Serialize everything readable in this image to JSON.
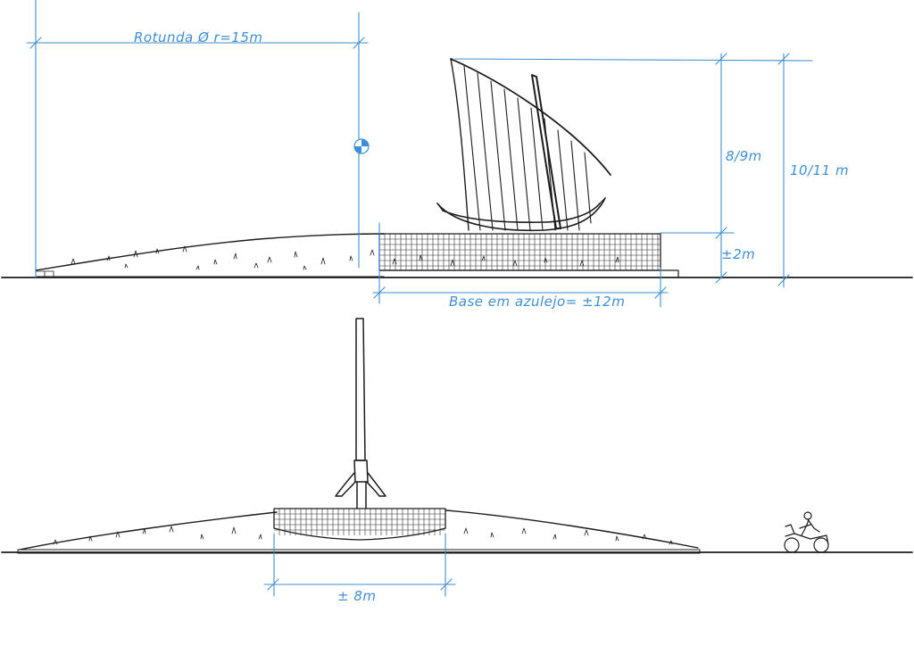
{
  "colors": {
    "ink": "#1c1c1c",
    "dimension": "#3f8fd6",
    "background": "#ffffff"
  },
  "elevation": {
    "rotunda_label": "Rotunda Ø r=15m",
    "sail_height_label": "8/9m",
    "total_height_label": "10/11 m",
    "base_height_label": "±2m",
    "base_width_label": "Base em azulejo= ±12m"
  },
  "front_view": {
    "base_width_label": "± 8m"
  },
  "icons": [
    "center-target-icon",
    "scooter-rider-icon"
  ]
}
